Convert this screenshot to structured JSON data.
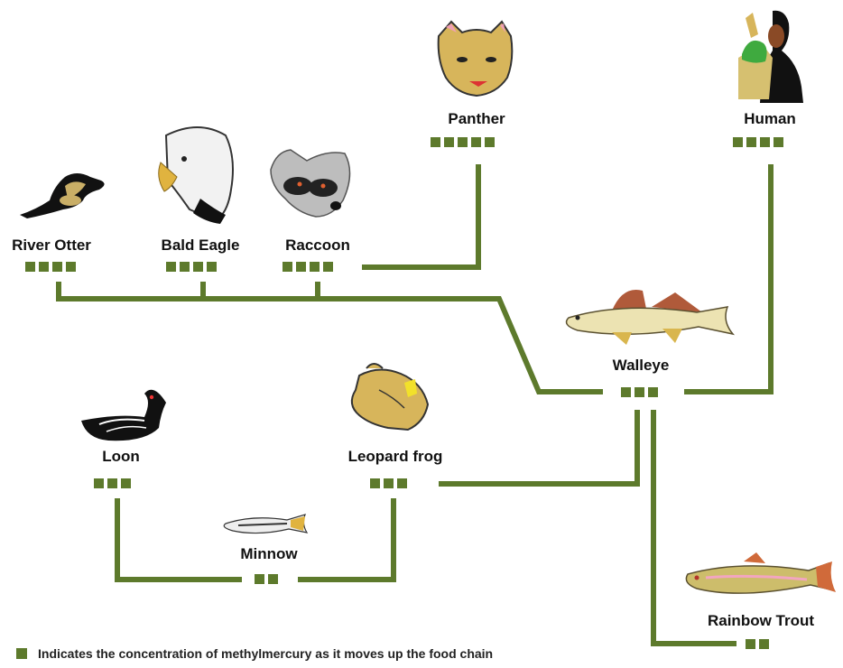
{
  "nodes": [
    {
      "name": "River Otter",
      "level": 4
    },
    {
      "name": "Bald Eagle",
      "level": 4
    },
    {
      "name": "Raccoon",
      "level": 4
    },
    {
      "name": "Panther",
      "level": 5
    },
    {
      "name": "Human",
      "level": 4
    },
    {
      "name": "Walleye",
      "level": 3
    },
    {
      "name": "Loon",
      "level": 3
    },
    {
      "name": "Leopard frog",
      "level": 3
    },
    {
      "name": "Minnow",
      "level": 2
    },
    {
      "name": "Rainbow Trout",
      "level": 2
    }
  ],
  "legend": {
    "text": "Indicates the concentration of methylmercury as it moves up the food chain"
  },
  "colors": {
    "connector": "#5d7a2c",
    "marker": "#5d7a2c"
  }
}
